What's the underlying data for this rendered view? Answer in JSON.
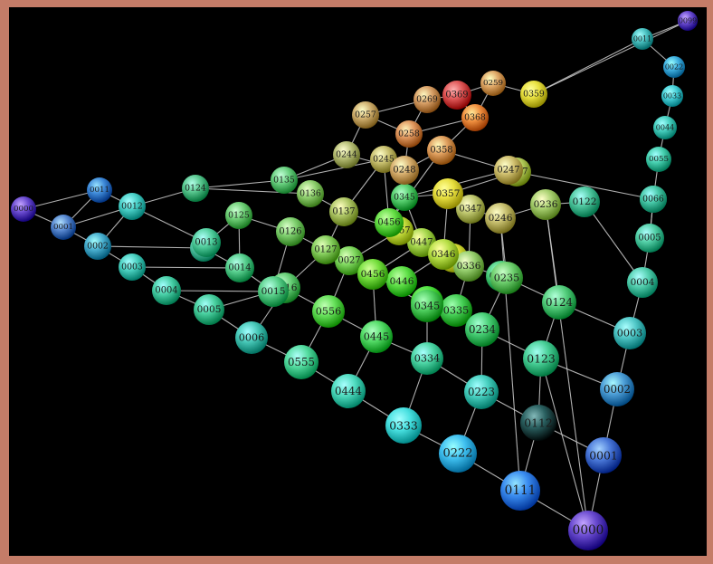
{
  "scene": {
    "title": "",
    "background": "#000000",
    "frame_color": "#c47c68",
    "edge_color": "#cfcfcf",
    "nodes": [
      {
        "id": "n0",
        "label": "0000",
        "color": "#6a4bd0"
      },
      {
        "id": "n1",
        "label": "0001",
        "color": "#4a78d8"
      },
      {
        "id": "n2",
        "label": "0002",
        "color": "#4fa0d8"
      },
      {
        "id": "n3",
        "label": "0003",
        "color": "#52c8c8"
      },
      {
        "id": "n4",
        "label": "0004",
        "color": "#55d0b0"
      },
      {
        "id": "n5",
        "label": "0005",
        "color": "#55d0a8"
      },
      {
        "id": "n6",
        "label": "0006",
        "color": "#5ad09a"
      },
      {
        "id": "n7",
        "label": "0016",
        "color": "#68d078"
      },
      {
        "id": "n8",
        "label": "0556",
        "color": "#66e05a"
      },
      {
        "id": "n9",
        "label": "0445",
        "color": "#55dc68"
      },
      {
        "id": "n10",
        "label": "0555",
        "color": "#55dca0"
      },
      {
        "id": "n11",
        "label": "0444",
        "color": "#50dcc0"
      },
      {
        "id": "n12",
        "label": "0333",
        "color": "#48e0e0"
      },
      {
        "id": "n13",
        "label": "0222",
        "color": "#40c0f0"
      },
      {
        "id": "n14",
        "label": "0111",
        "color": "#3a8cf0"
      },
      {
        "id": "n15",
        "label": "0000",
        "color": "#6a4bd0"
      },
      {
        "id": "n16",
        "label": "0001",
        "color": "#5888d0"
      },
      {
        "id": "n17",
        "label": "0002",
        "color": "#4ab0d0"
      },
      {
        "id": "n18",
        "label": "0003",
        "color": "#4ad0c0"
      },
      {
        "id": "n19",
        "label": "0004",
        "color": "#4ad0a8"
      },
      {
        "id": "n20",
        "label": "0005",
        "color": "#4ad0a0"
      },
      {
        "id": "n21",
        "label": "0006",
        "color": "#48c8b8"
      },
      {
        "id": "n22",
        "label": "0012",
        "color": "#4ad0c8"
      },
      {
        "id": "n23",
        "label": "0013",
        "color": "#55d0a0"
      },
      {
        "id": "n24",
        "label": "0014",
        "color": "#5ad090"
      },
      {
        "id": "n25",
        "label": "0015",
        "color": "#5ad08a"
      },
      {
        "id": "n26",
        "label": "0123",
        "color": "#4ad098"
      },
      {
        "id": "n27",
        "label": "0112",
        "color": "#2a6060"
      },
      {
        "id": "n28",
        "label": "0223",
        "color": "#48d0c0"
      },
      {
        "id": "n29",
        "label": "0334",
        "color": "#50d8a8"
      },
      {
        "id": "n30",
        "label": "0124",
        "color": "#58d080"
      },
      {
        "id": "n31",
        "label": "0234",
        "color": "#4ad078"
      },
      {
        "id": "n32",
        "label": "0335",
        "color": "#48d058"
      },
      {
        "id": "n33",
        "label": "0345",
        "color": "#50e040"
      },
      {
        "id": "n34",
        "label": "0446",
        "color": "#60e048"
      },
      {
        "id": "n35",
        "label": "0456",
        "color": "#78e040"
      },
      {
        "id": "n36",
        "label": "0027",
        "color": "#80d860"
      },
      {
        "id": "n37",
        "label": "0127",
        "color": "#88d060"
      },
      {
        "id": "n38",
        "label": "0126",
        "color": "#80d070"
      },
      {
        "id": "n39",
        "label": "0125",
        "color": "#70d078"
      },
      {
        "id": "n40",
        "label": "0235",
        "color": "#70d070"
      },
      {
        "id": "n41",
        "label": "0336",
        "color": "#98d070"
      },
      {
        "id": "n42",
        "label": "0346",
        "color": "#b8e048"
      },
      {
        "id": "n43",
        "label": "0447",
        "color": "#a8d850"
      },
      {
        "id": "n44",
        "label": "0457",
        "color": "#c8e040"
      },
      {
        "id": "n45",
        "label": "0137",
        "color": "#b0c868"
      },
      {
        "id": "n46",
        "label": "0136",
        "color": "#90d070"
      },
      {
        "id": "n47",
        "label": "0246",
        "color": "#c8c070"
      },
      {
        "id": "n48",
        "label": "0357",
        "color": "#e8e040"
      },
      {
        "id": "n49",
        "label": "0347",
        "color": "#c0c870"
      },
      {
        "id": "n50",
        "label": "0236",
        "color": "#a8d070"
      },
      {
        "id": "n51",
        "label": "0237",
        "color": "#b8d060"
      },
      {
        "id": "n52",
        "label": "0247",
        "color": "#d0c070"
      },
      {
        "id": "n53",
        "label": "0248",
        "color": "#d8b070"
      },
      {
        "id": "n54",
        "label": "0258",
        "color": "#e09860"
      },
      {
        "id": "n55",
        "label": "0358",
        "color": "#e0a060"
      },
      {
        "id": "n56",
        "label": "0259",
        "color": "#e0a868"
      },
      {
        "id": "n57",
        "label": "0369",
        "color": "#e05858"
      },
      {
        "id": "n58",
        "label": "0368",
        "color": "#f09040"
      },
      {
        "id": "n59",
        "label": "0359",
        "color": "#e8e040"
      },
      {
        "id": "n60",
        "label": "0269",
        "color": "#d8a068"
      },
      {
        "id": "n61",
        "label": "0257",
        "color": "#d0b070"
      },
      {
        "id": "n62",
        "label": "0245",
        "color": "#c8c070"
      },
      {
        "id": "n63",
        "label": "0244",
        "color": "#b8c078"
      },
      {
        "id": "n64",
        "label": "0014",
        "color": "#58c8a8"
      },
      {
        "id": "n65",
        "label": "0124",
        "color": "#5ac890"
      },
      {
        "id": "n66",
        "label": "0135",
        "color": "#6ad080"
      },
      {
        "id": "n67",
        "label": "0346",
        "color": "#d8e038"
      },
      {
        "id": "n68",
        "label": "0456",
        "color": "#68e048"
      },
      {
        "id": "n69",
        "label": "0345",
        "color": "#58d070"
      },
      {
        "id": "n70",
        "label": "0345",
        "color": "#50d060"
      },
      {
        "id": "n71",
        "label": "0233",
        "color": "#50d080"
      },
      {
        "id": "n72",
        "label": "0122",
        "color": "#50c8a0"
      },
      {
        "id": "n73",
        "label": "0011",
        "color": "#4ac0c0"
      },
      {
        "id": "n74",
        "label": "0022",
        "color": "#40b0e0"
      },
      {
        "id": "n75",
        "label": "0033",
        "color": "#48d0d8"
      },
      {
        "id": "n76",
        "label": "0044",
        "color": "#48d0c0"
      },
      {
        "id": "n77",
        "label": "0055",
        "color": "#48d0b0"
      },
      {
        "id": "n78",
        "label": "0066",
        "color": "#48c8a8"
      },
      {
        "id": "n79",
        "label": "0099",
        "color": "#6a4bd0"
      },
      {
        "id": "n80",
        "label": "0011",
        "color": "#3f8ad8"
      }
    ]
  }
}
